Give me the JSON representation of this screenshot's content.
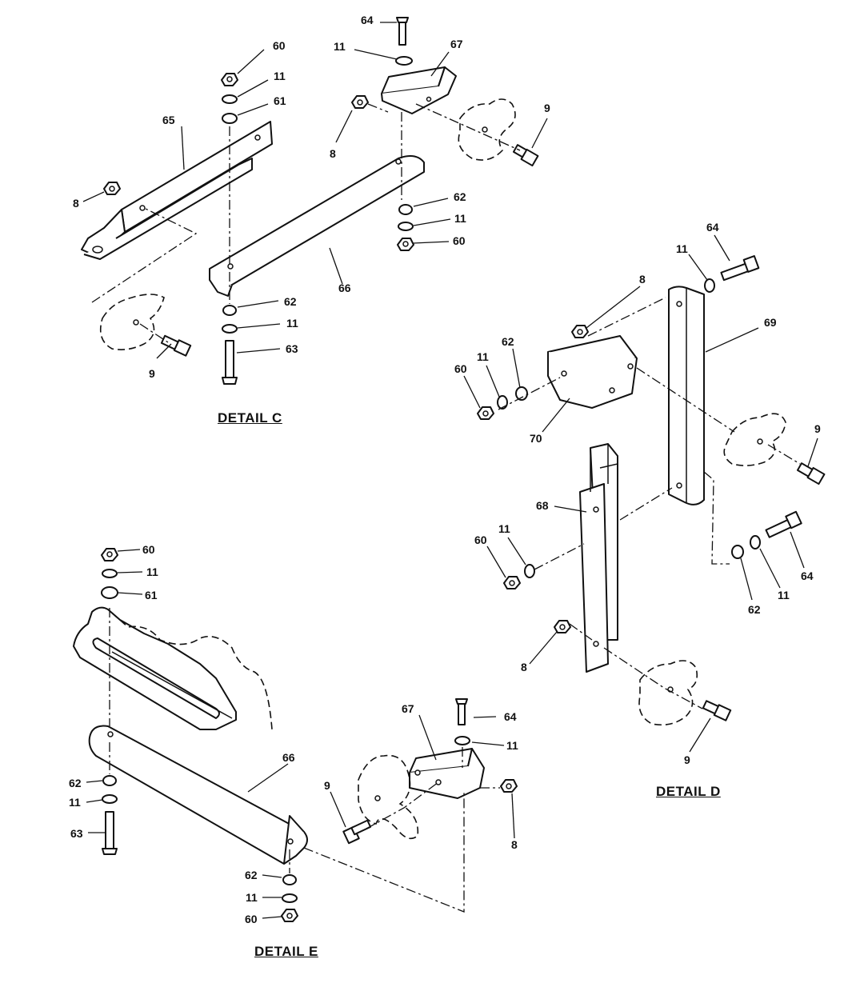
{
  "details": {
    "c": "DETAIL C",
    "d": "DETAIL D",
    "e": "DETAIL E"
  },
  "callouts": {
    "c": [
      "60",
      "11",
      "61",
      "65",
      "8",
      "64",
      "11",
      "67",
      "8",
      "9",
      "62",
      "11",
      "60",
      "66",
      "62",
      "11",
      "63",
      "9"
    ],
    "d": [
      "64",
      "11",
      "8",
      "69",
      "62",
      "11",
      "60",
      "70",
      "9",
      "68",
      "11",
      "60",
      "64",
      "11",
      "62",
      "8",
      "9"
    ],
    "e": [
      "60",
      "11",
      "61",
      "66",
      "62",
      "11",
      "63",
      "67",
      "64",
      "11",
      "9",
      "8",
      "62",
      "11",
      "60"
    ]
  }
}
